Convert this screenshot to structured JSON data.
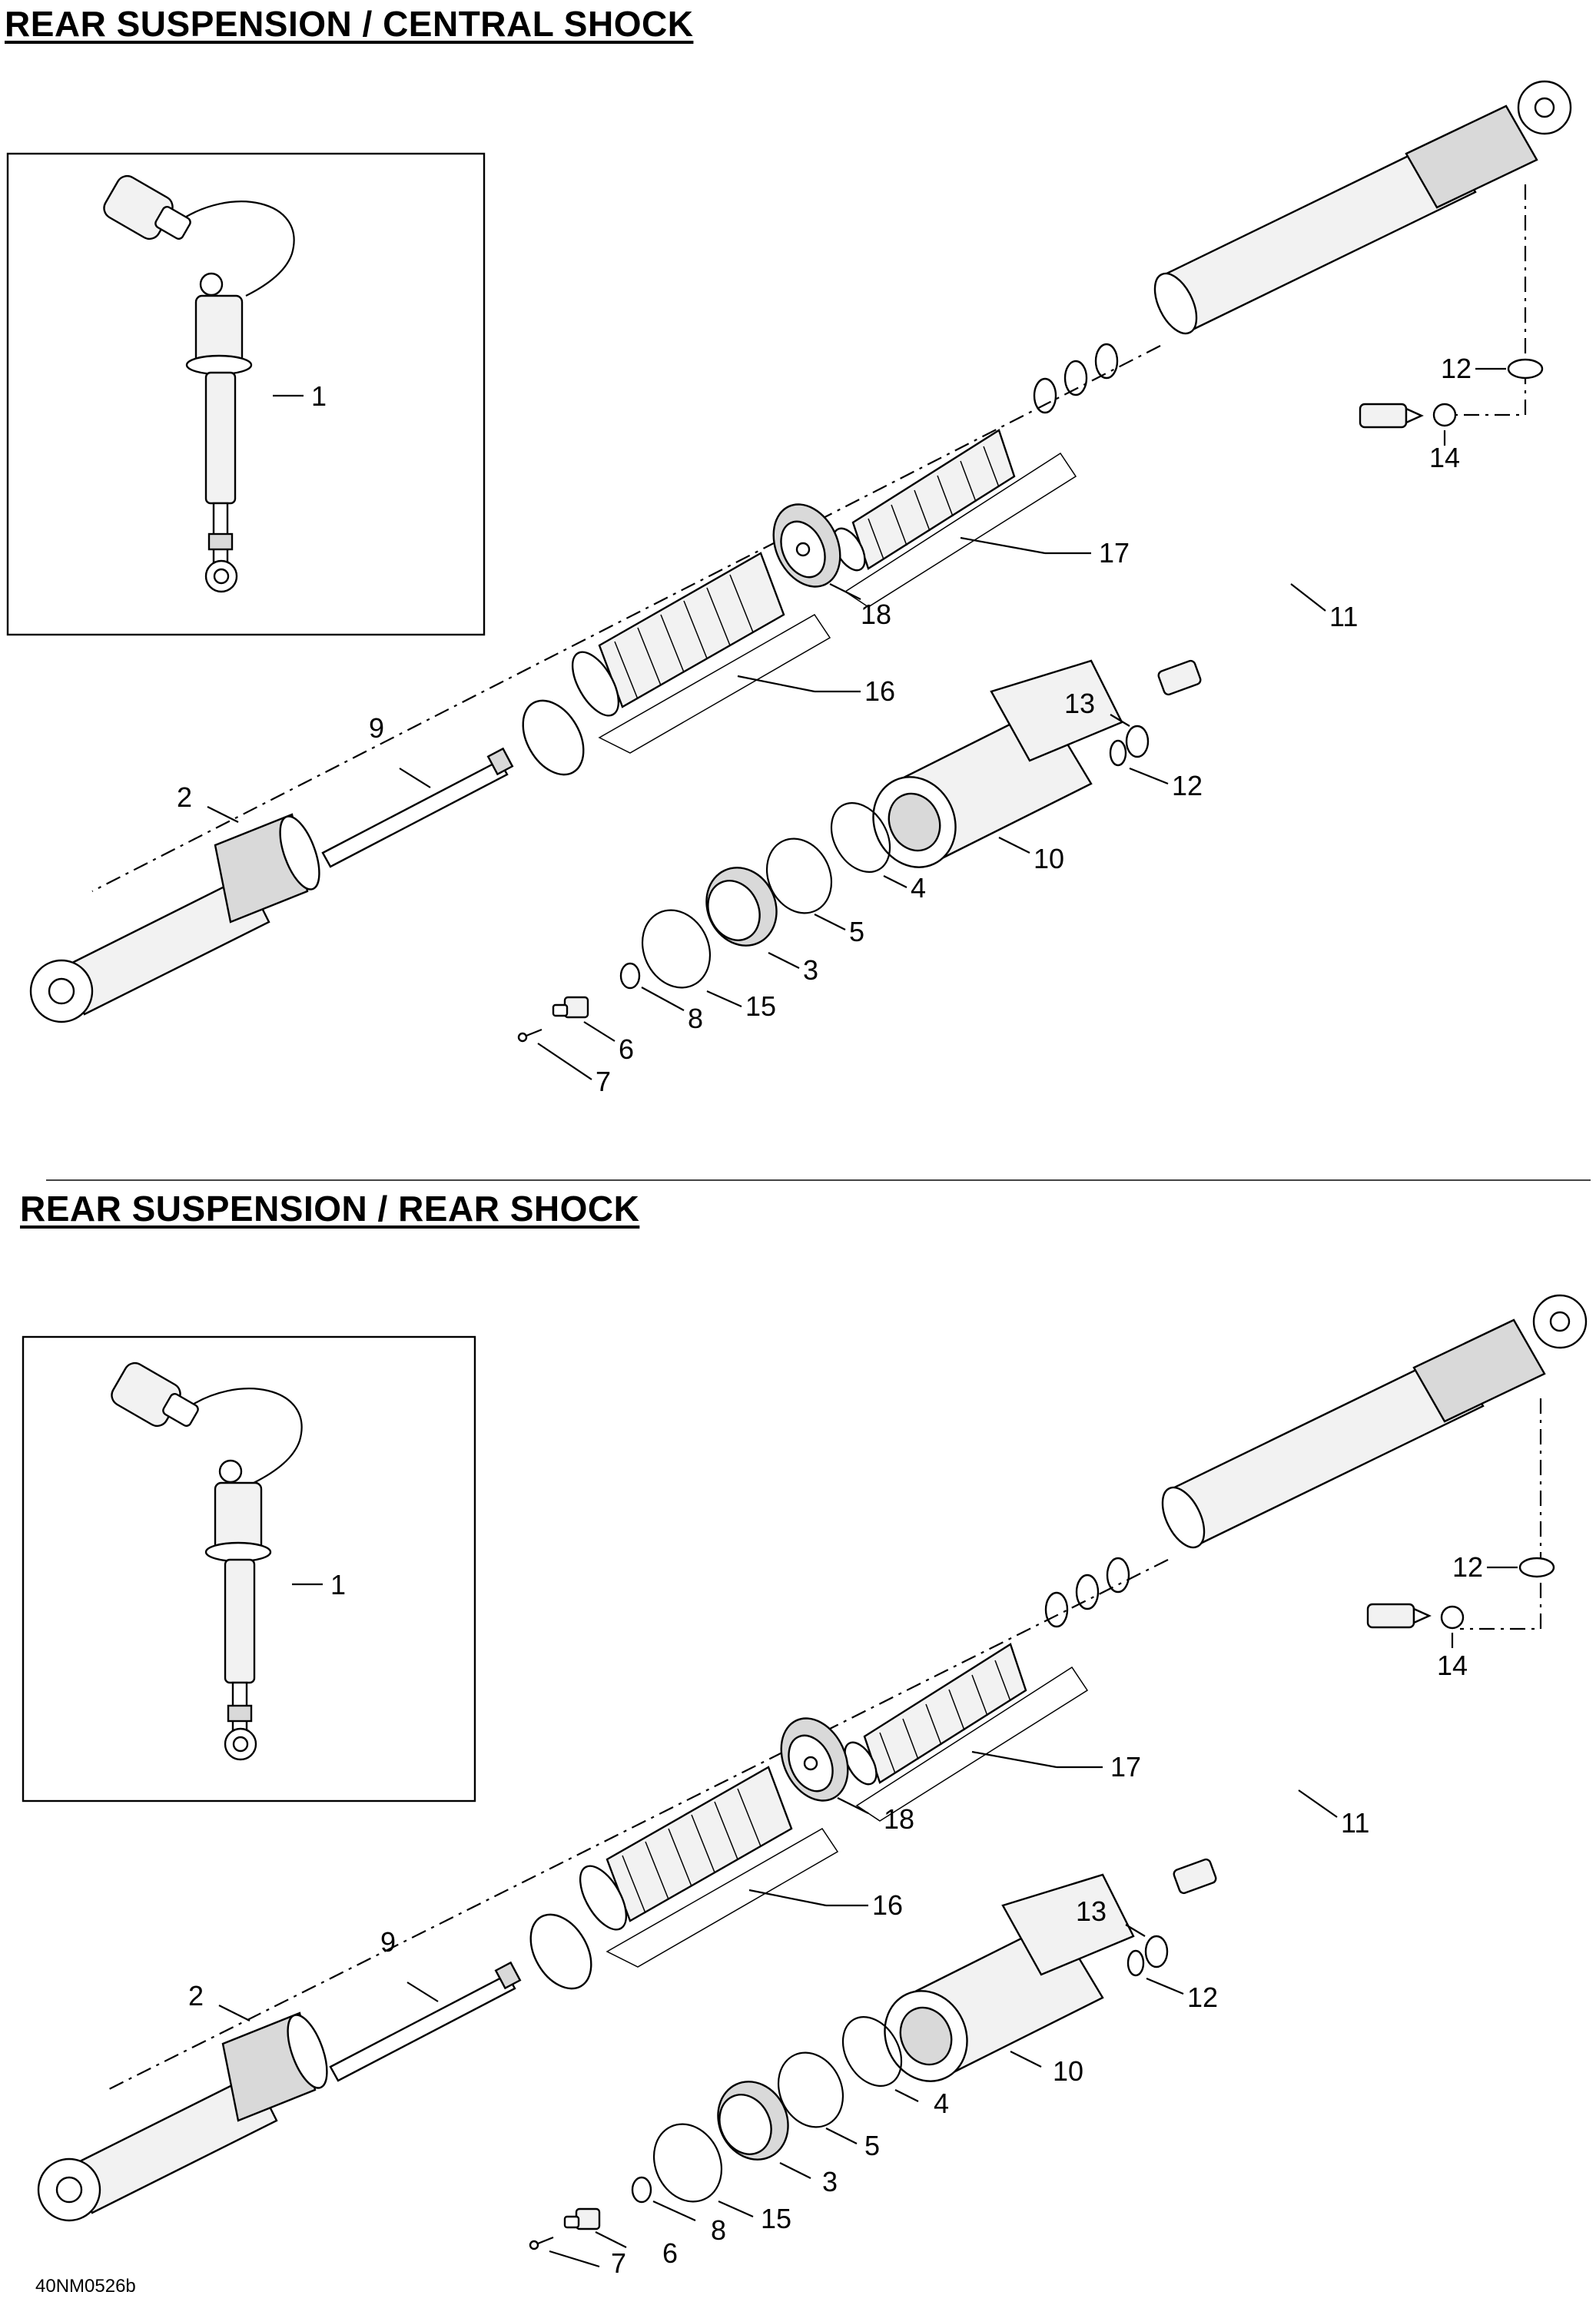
{
  "sections": [
    {
      "title": "REAR SUSPENSION / CENTRAL SHOCK",
      "callouts": [
        "1",
        "2",
        "3",
        "4",
        "5",
        "6",
        "7",
        "8",
        "9",
        "10",
        "11",
        "12",
        "12",
        "13",
        "14",
        "15",
        "16",
        "17",
        "18"
      ]
    },
    {
      "title": "REAR SUSPENSION / REAR SHOCK",
      "callouts": [
        "1",
        "2",
        "3",
        "4",
        "5",
        "6",
        "7",
        "8",
        "9",
        "10",
        "11",
        "12",
        "12",
        "13",
        "14",
        "15",
        "16",
        "17",
        "18"
      ]
    }
  ],
  "footer": {
    "code": "40NM0526b"
  }
}
